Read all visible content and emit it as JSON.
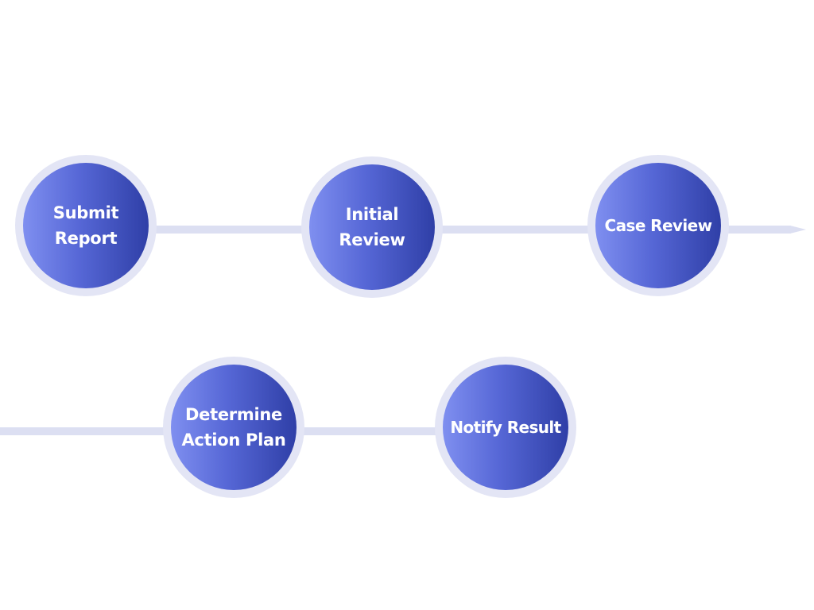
{
  "diagram": {
    "steps": [
      {
        "label": "Submit\nReport"
      },
      {
        "label": "Initial\nReview"
      },
      {
        "label": "Case Review"
      },
      {
        "label": "Determine\nAction Plan"
      },
      {
        "label": "Notify Result"
      }
    ]
  },
  "colors": {
    "track": "#dcdff2",
    "node_ring": "#e3e5f5",
    "node_gradient_start": "#7f8ff0",
    "node_gradient_end": "#2f3fa7",
    "label_text": "#ffffff"
  }
}
